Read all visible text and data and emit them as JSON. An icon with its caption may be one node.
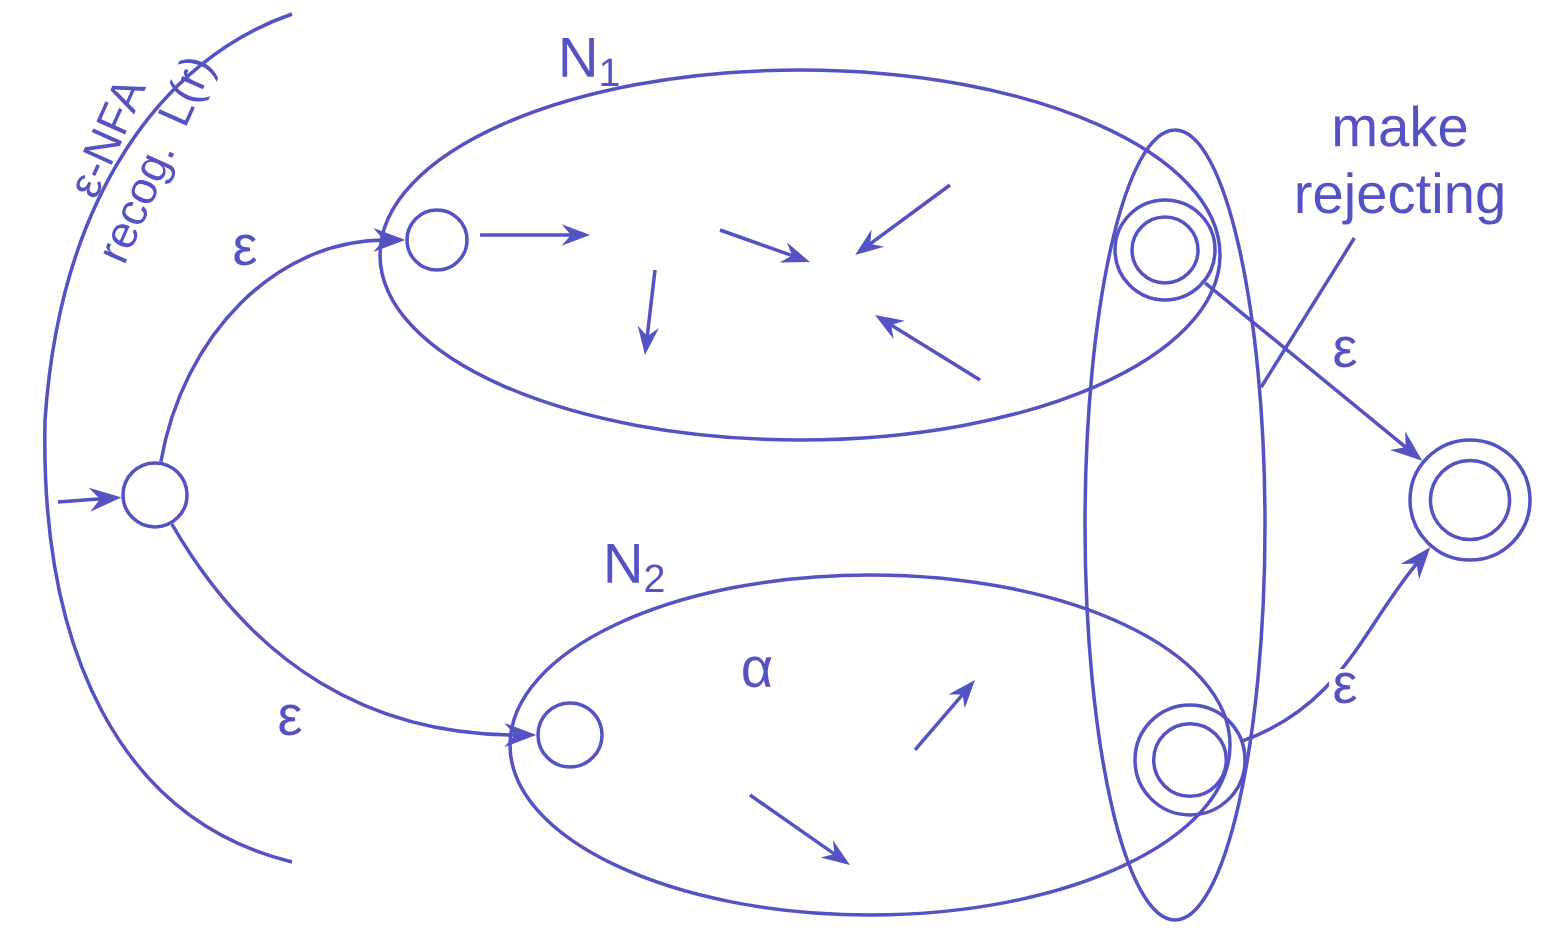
{
  "diagram": {
    "nodes": [
      {
        "text": [
          "N$_{1}$"
        ]
      },
      {
        "text": [
          "N$_{2}$"
        ]
      },
      {
        "text": [],
        "shape": "ellipse"
      },
      {
        "text": [],
        "shape": "circle"
      },
      {
        "text": [],
        "shape": "circle",
        "in": 0
      },
      {
        "text": [],
        "shape": "circle"
      },
      {
        "text": [],
        "shape": "circle",
        "in": 1
      },
      {
        "text": [],
        "shape": "circle",
        "in": 2
      },
      {
        "text": [],
        "shape": "circle"
      },
      {
        "text": [
          "make rejecting"
        ]
      }
    ],
    "edges": [
      {
        "from": null,
        "to": 3,
        "arrow": "to"
      },
      {
        "from": 3,
        "to": 4,
        "arrow": "to",
        "label": "ε"
      },
      {
        "from": 3,
        "to": 6,
        "arrow": "to",
        "label": "ε"
      },
      {
        "from": 5,
        "to": 8,
        "arrow": "to",
        "label": "ε"
      },
      {
        "from": 7,
        "to": 8,
        "arrow": "to",
        "label": "ε"
      },
      {
        "from": 9,
        "to": 2,
        "arrow": "none"
      }
    ],
    "labels": [
      "ε-NFA recog. L(r)",
      "α"
    ]
  }
}
